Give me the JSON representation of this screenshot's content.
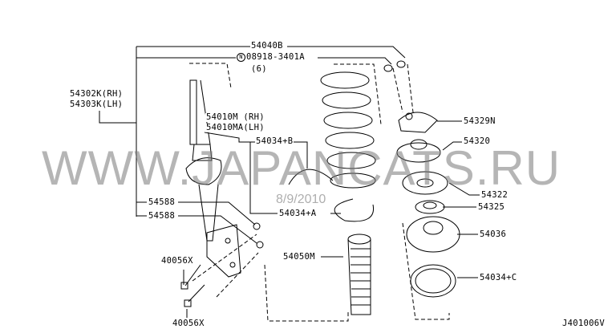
{
  "labels": {
    "p54040B": "54040B",
    "n_marker": "N",
    "p08918": "08918-3401A",
    "qty6": "(6)",
    "p54302K": "54302K(RH)",
    "p54303K": "54303K(LH)",
    "p54010M": "54010M (RH)",
    "p54010MA": "54010MA(LH)",
    "p54034B": "54034+B",
    "p54329N": "54329N",
    "p54320": "54320",
    "p54322": "54322",
    "p54325": "54325",
    "p54036": "54036",
    "p54034A": "54034+A",
    "p54588a": "54588",
    "p54588b": "54588",
    "p54050M": "54050M",
    "p54034C": "54034+C",
    "p40056Xa": "40056X",
    "p40056Xb": "40056X",
    "diagram_code": "J401006V"
  },
  "watermark": "WWW.JAPANCATS.RU",
  "date_stamp": "8/9/2010"
}
